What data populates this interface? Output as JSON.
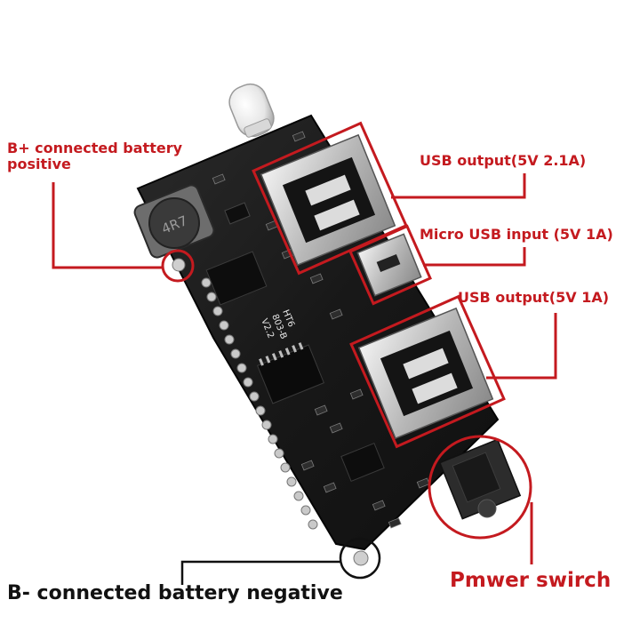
{
  "annotations": {
    "b_plus_line1": "B+ connected battery",
    "b_plus_line2": "positive",
    "usb_out_high": "USB output(5V 2.1A)",
    "micro_usb_in": "Micro USB input (5V 1A)",
    "usb_out_low": "USB output(5V 1A)",
    "b_minus": "B- connected battery negative",
    "power_switch": "Pmwer swirch"
  },
  "board_markings": {
    "inductor": "4R7",
    "chip_line1": "HT6",
    "chip_line2": "803-B",
    "chip_line3": "V2.2"
  },
  "colors": {
    "annotation_red": "#c41a1f",
    "annotation_black": "#111111",
    "pcb": "#1b1b1b",
    "background": "#ffffff"
  }
}
